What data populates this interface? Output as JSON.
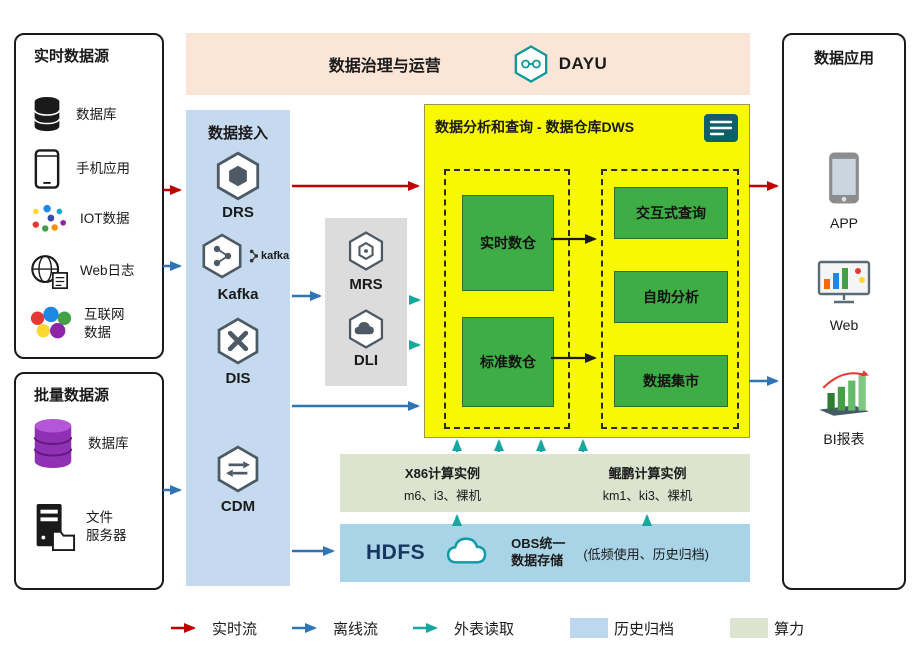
{
  "colors": {
    "realtime_flow": "#c00000",
    "offline_flow": "#2e75b6",
    "external_read": "#18a7a0",
    "history_archive": "#bdd7ee",
    "compute_power": "#dce3cf",
    "governance_bg": "#fbe5d6",
    "ingest_bg": "#c5daee",
    "dws_bg": "#f8f800",
    "green_module": "#3fad46",
    "hdfs_bg": "#a9d3e7",
    "mrs_bg": "#dcdcdc"
  },
  "governance": {
    "title": "数据治理与运营",
    "logo_text": "DAYU"
  },
  "realtime_sources": {
    "title": "实时数据源",
    "items": [
      {
        "label": "数据库",
        "icon": "database-icon"
      },
      {
        "label": "手机应用",
        "icon": "phone-icon"
      },
      {
        "label": "IOT数据",
        "icon": "iot-icon"
      },
      {
        "label": "Web日志",
        "icon": "web-log-icon"
      },
      {
        "label": "互联网\n数据",
        "icon": "internet-data-icon"
      }
    ]
  },
  "batch_sources": {
    "title": "批量数据源",
    "items": [
      {
        "label": "数据库",
        "icon": "purple-database-icon"
      },
      {
        "label": "文件\n服务器",
        "icon": "file-server-icon"
      }
    ]
  },
  "ingestion": {
    "title": "数据接入",
    "drs": "DRS",
    "kafka": "Kafka",
    "kafka_logo": "kafka",
    "dis": "DIS",
    "cdm": "CDM"
  },
  "processing": {
    "mrs": "MRS",
    "dli": "DLI"
  },
  "dws": {
    "title": "数据分析和查询 - 数据仓库DWS",
    "modules_left": [
      "实时数仓",
      "标准数仓"
    ],
    "modules_right": [
      "交互式查询",
      "自助分析",
      "数据集市"
    ]
  },
  "compute": {
    "x86_title": "X86计算实例",
    "x86_detail": "m6、i3、裸机",
    "kunpeng_title": "鲲鹏计算实例",
    "kunpeng_detail": "km1、ki3、裸机"
  },
  "storage": {
    "hdfs": "HDFS",
    "obs": "OBS统一\n数据存储",
    "note": "(低频使用、历史归档)"
  },
  "applications": {
    "title": "数据应用",
    "items": [
      {
        "label": "APP",
        "icon": "app-phone-icon"
      },
      {
        "label": "Web",
        "icon": "web-monitor-icon"
      },
      {
        "label": "BI报表",
        "icon": "bi-chart-icon"
      }
    ]
  },
  "legend": {
    "realtime": "实时流",
    "offline": "离线流",
    "external": "外表读取",
    "archive": "历史归档",
    "compute": "算力"
  }
}
